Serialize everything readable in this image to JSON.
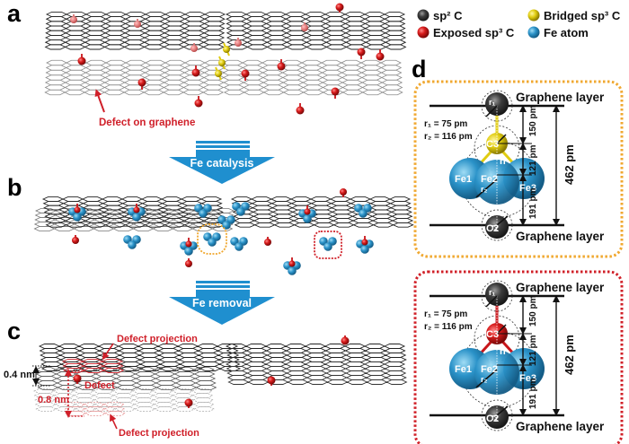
{
  "figure": {
    "panels": {
      "a": {
        "letter": "a",
        "defect_label": "Defect on graphene"
      },
      "arrow1": {
        "label": "Fe catalysis"
      },
      "b": {
        "letter": "b"
      },
      "arrow2": {
        "label": "Fe removal"
      },
      "c": {
        "letter": "c",
        "defect_projection_top": "Defect projection",
        "defect_projection_bottom": "Defect projection",
        "defect_label": "Defect",
        "spacing_04": "0.4 nm",
        "spacing_08": "0.8 nm"
      },
      "d": {
        "letter": "d",
        "models": [
          {
            "id": "bridged",
            "frame_color": "#f0a830",
            "c3_color": "#e8d020",
            "top_layer": "Graphene layer",
            "bottom_layer": "Graphene layer",
            "r1_def": "r₁ = 75 pm",
            "r2_def": "r₂ = 116 pm",
            "r1": "r₁",
            "r2": "r₂",
            "h": "h",
            "atoms": [
              "Fe1",
              "Fe2",
              "Fe3",
              "C3",
              "C2"
            ],
            "dim_150": "150 pm",
            "dim_121": "121 pm",
            "dim_191": "191 pm",
            "dim_462": "462 pm"
          },
          {
            "id": "exposed",
            "frame_color": "#d02028",
            "c3_color": "#cc1a1a",
            "top_layer": "Graphene layer",
            "bottom_layer": "Graphene layer",
            "r1_def": "r₁ = 75 pm",
            "r2_def": "r₂ = 116 pm",
            "r1": "r₁",
            "r2": "r₂",
            "h": "h",
            "atoms": [
              "Fe1",
              "Fe2",
              "Fe3",
              "C3",
              "C2"
            ],
            "dim_150": "150 pm",
            "dim_121": "121 pm",
            "dim_191": "191 pm",
            "dim_462": "462 pm"
          }
        ]
      }
    },
    "legend": [
      {
        "label": "sp² C",
        "color": "#3a3a3a",
        "icon": "sp2-carbon-sphere"
      },
      {
        "label": "Bridged sp³ C",
        "color": "#e8d020",
        "icon": "bridged-sp3-carbon-sphere"
      },
      {
        "label": "Exposed sp³ C",
        "color": "#cc1a1a",
        "icon": "exposed-sp3-carbon-sphere"
      },
      {
        "label": "Fe atom",
        "color": "#2a90c8",
        "icon": "fe-atom-sphere"
      }
    ],
    "colors": {
      "arrow_blue": "#1f8fcf",
      "red_label": "#d0202a",
      "fe_blue": "#2a90c8",
      "sp2_gray": "#3a3a3a"
    }
  }
}
